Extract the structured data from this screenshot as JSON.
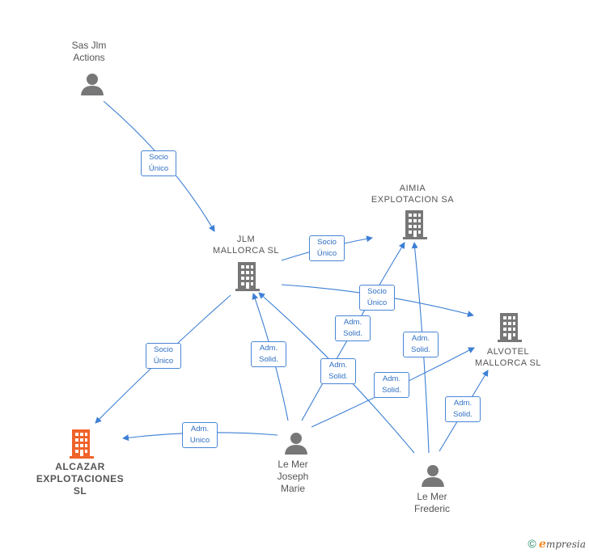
{
  "nodes": {
    "sas_jlm": {
      "lines": [
        "Sas Jlm",
        "Actions"
      ],
      "type": "person"
    },
    "jlm_mallorca": {
      "lines": [
        "JLM",
        "MALLORCA  SL"
      ],
      "type": "company"
    },
    "aimia": {
      "lines": [
        "AIMIA",
        "EXPLOTACION SA"
      ],
      "type": "company"
    },
    "alvotel": {
      "lines": [
        "ALVOTEL",
        "MALLORCA  SL"
      ],
      "type": "company"
    },
    "alcazar": {
      "lines": [
        "ALCAZAR",
        "EXPLOTACIONES",
        "SL"
      ],
      "type": "company-highlight"
    },
    "le_mer_joseph": {
      "lines": [
        "Le Mer",
        "Joseph",
        "Marie"
      ],
      "type": "person"
    },
    "le_mer_frederic": {
      "lines": [
        "Le Mer",
        "Frederic"
      ],
      "type": "person"
    }
  },
  "edges": [
    {
      "lines": [
        "Socio",
        "Único"
      ]
    },
    {
      "lines": [
        "Socio",
        "Único"
      ]
    },
    {
      "lines": [
        "Socio",
        "Único"
      ]
    },
    {
      "lines": [
        "Socio",
        "Único"
      ]
    },
    {
      "lines": [
        "Adm.",
        "Solid."
      ]
    },
    {
      "lines": [
        "Adm.",
        "Solid."
      ]
    },
    {
      "lines": [
        "Adm.",
        "Solid."
      ]
    },
    {
      "lines": [
        "Adm.",
        "Solid."
      ]
    },
    {
      "lines": [
        "Adm.",
        "Solid."
      ]
    },
    {
      "lines": [
        "Adm.",
        "Solid."
      ]
    },
    {
      "lines": [
        "Adm.",
        "Unico"
      ]
    }
  ],
  "footer": {
    "copyright": "©",
    "brand_initial": "e",
    "brand_rest": "mpresia"
  },
  "colors": {
    "edge": "#3c7fd4",
    "icon_grey": "#777777",
    "icon_highlight": "#f0632a",
    "label_text": "#555555"
  }
}
